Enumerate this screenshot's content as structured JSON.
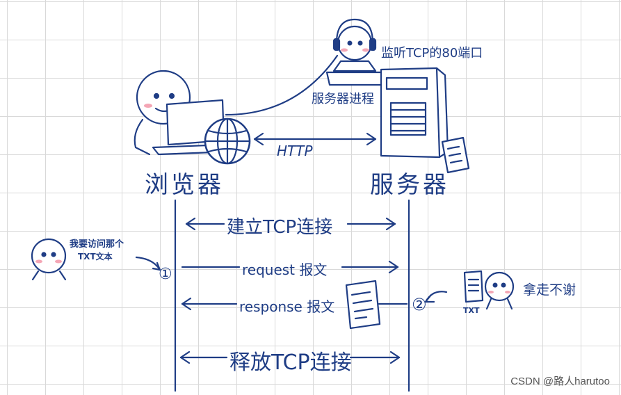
{
  "diagram": {
    "browser_label": "浏览器",
    "server_label": "服务器",
    "server_process_label": "服务器进程",
    "listen_label": "监听TCP的80端口",
    "http_label": "HTTP",
    "messages": [
      {
        "label": "建立TCP连接",
        "direction": "both"
      },
      {
        "label": "request 报文",
        "direction": "right"
      },
      {
        "label": "response 报文",
        "direction": "left"
      },
      {
        "label": "释放TCP连接",
        "direction": "both"
      }
    ],
    "step1_marker": "①",
    "step2_marker": "②",
    "user_note_line1": "我要访问那个",
    "user_note_line2": "TXT文本",
    "server_note": "拿走不谢",
    "file_label": "TXT",
    "ink_color": "#1f3d85"
  },
  "watermark": "CSDN @路人harutoo"
}
